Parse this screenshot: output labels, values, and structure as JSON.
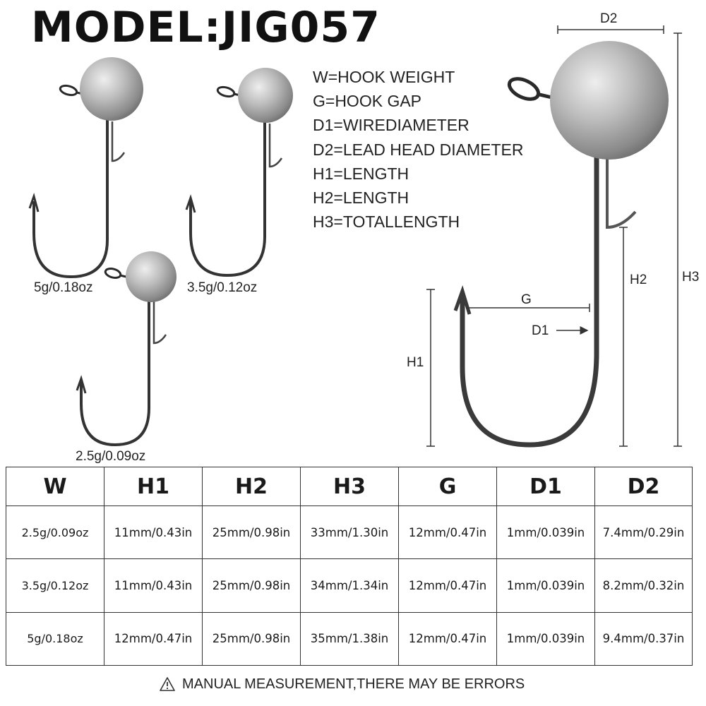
{
  "title": "MODEL:JIG057",
  "legend": [
    "W=HOOK WEIGHT",
    "G=HOOK GAP",
    "D1=WIREDIAMETER",
    "D2=LEAD HEAD DIAMETER",
    "H1=LENGTH",
    "H2=LENGTH",
    "H3=TOTALLENGTH"
  ],
  "hook_labels": [
    "5g/0.18oz",
    "3.5g/0.12oz",
    "2.5g/0.09oz"
  ],
  "dimensions": {
    "d2": "D2",
    "h3": "H3",
    "h2": "H2",
    "h1": "H1",
    "g": "G",
    "d1": "D1"
  },
  "table": {
    "headers": [
      "W",
      "H1",
      "H2",
      "H3",
      "G",
      "D1",
      "D2"
    ],
    "rows": [
      [
        "2.5g/0.09oz",
        "11mm/0.43in",
        "25mm/0.98in",
        "33mm/1.30in",
        "12mm/0.47in",
        "1mm/0.039in",
        "7.4mm/0.29in"
      ],
      [
        "3.5g/0.12oz",
        "11mm/0.43in",
        "25mm/0.98in",
        "34mm/1.34in",
        "12mm/0.47in",
        "1mm/0.039in",
        "8.2mm/0.32in"
      ],
      [
        "5g/0.18oz",
        "12mm/0.47in",
        "25mm/0.98in",
        "35mm/1.38in",
        "12mm/0.47in",
        "1mm/0.039in",
        "9.4mm/0.37in"
      ]
    ]
  },
  "footer": "MANUAL MEASUREMENT,THERE MAY BE ERRORS",
  "icons": {
    "footer_icon": "warning-triangle-icon"
  }
}
